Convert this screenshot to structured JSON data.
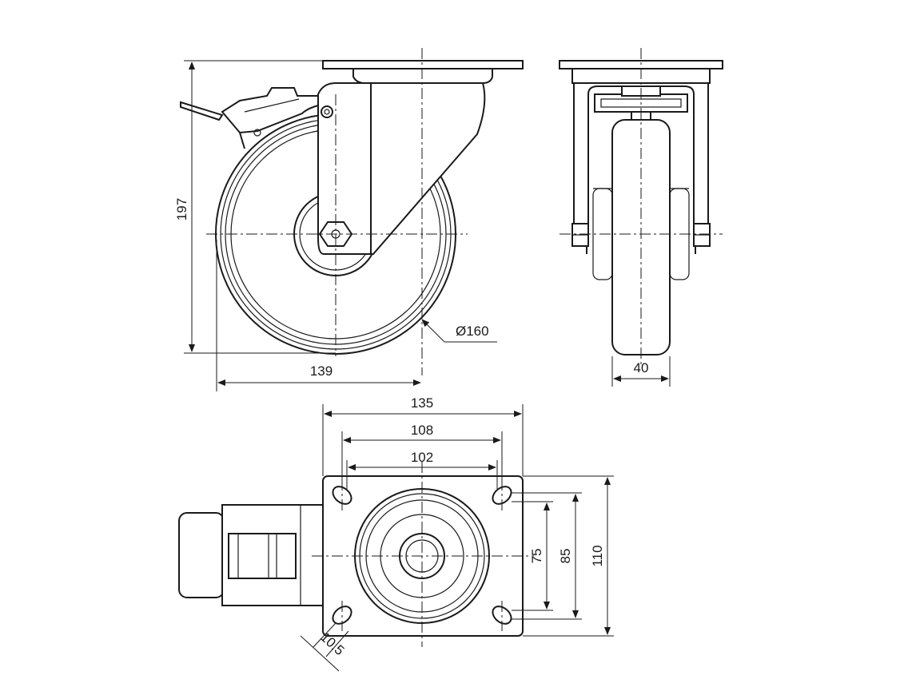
{
  "dimensions": {
    "height_total": "197",
    "wheel_diameter": "Ø160",
    "swivel_radius": "139",
    "wheel_width": "40",
    "plate_length": "135",
    "hole_spacing_outer": "108",
    "hole_spacing_inner": "102",
    "hole_spacing_short_inner": "75",
    "hole_spacing_short_outer": "85",
    "plate_width": "110",
    "hole_slot": "10.5"
  },
  "colors": {
    "line": "#1a1a1a",
    "background": "#ffffff"
  }
}
